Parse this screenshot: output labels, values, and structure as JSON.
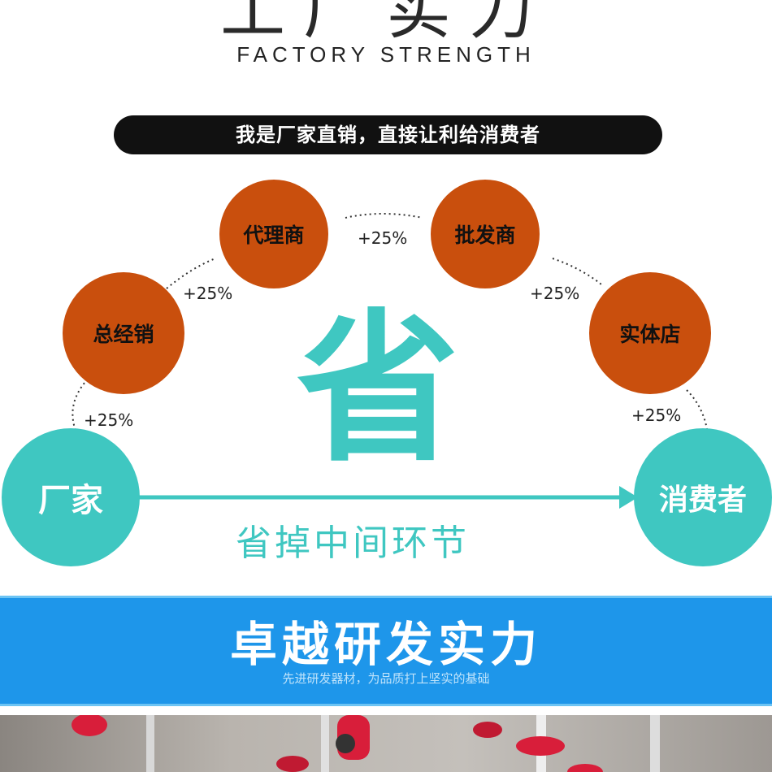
{
  "header": {
    "title_cn": "工厂实力",
    "title_en": "FACTORY STRENGTH"
  },
  "slogan": "我是厂家直销，直接让利给消费者",
  "diagram": {
    "nodes": {
      "factory": "厂家",
      "general_distributor": "总经销",
      "agent": "代理商",
      "wholesaler": "批发商",
      "retail_store": "实体店",
      "consumer": "消费者"
    },
    "markups": [
      "+25%",
      "+25%",
      "+25%",
      "+25%",
      "+25%"
    ],
    "center_char": "省",
    "bottom_text": "省掉中间环节",
    "colors": {
      "orange": "#c94f0d",
      "teal": "#3fc7c1"
    }
  },
  "banner": {
    "title": "卓越研发实力",
    "subtitle": "先进研发器材，为品质打上坚实的基础",
    "color": "#1e96ea"
  }
}
